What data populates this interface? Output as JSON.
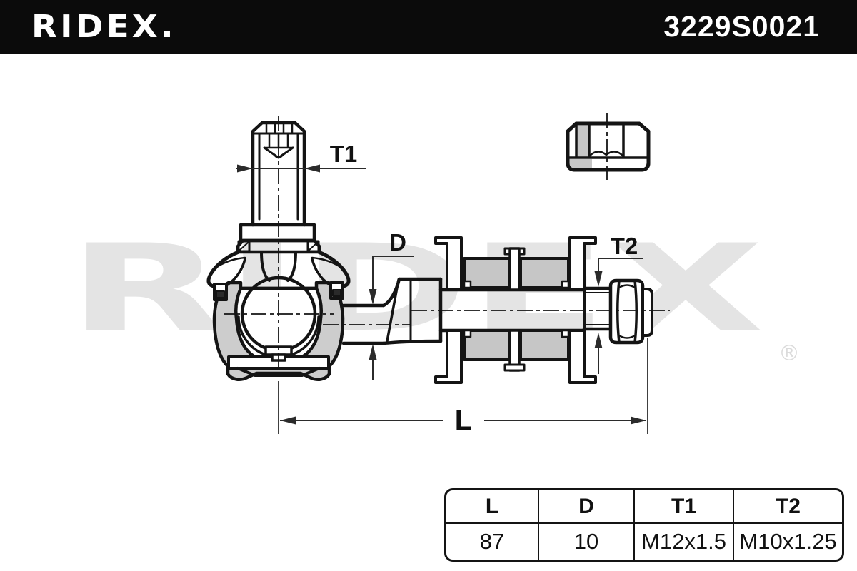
{
  "header": {
    "brand": "RIDEX.",
    "part_number": "3229S0021",
    "bar_color": "#0b0b0b"
  },
  "watermark": {
    "text": "RIDEX",
    "reg": "®",
    "color": "#e4e4e4"
  },
  "diagram": {
    "description": "Cross-section technical drawing of a stabilizer anti-roll bar link: ball joint with boot, link rod, rubber bushings with cup washers, threaded stud with hex nut, and a separate flange nut",
    "dimension_labels": {
      "t1": "T1",
      "d": "D",
      "t2": "T2",
      "l": "L"
    }
  },
  "table": {
    "headers": [
      "L",
      "D",
      "T1",
      "T2"
    ],
    "values": [
      "87",
      "10",
      "M12x1.5",
      "M10x1.25"
    ]
  },
  "colors": {
    "line": "#141414",
    "bushing_gray": "#c6c6c6",
    "housing_gray": "#cdcdcd",
    "dim_line": "#2b2b2b"
  }
}
